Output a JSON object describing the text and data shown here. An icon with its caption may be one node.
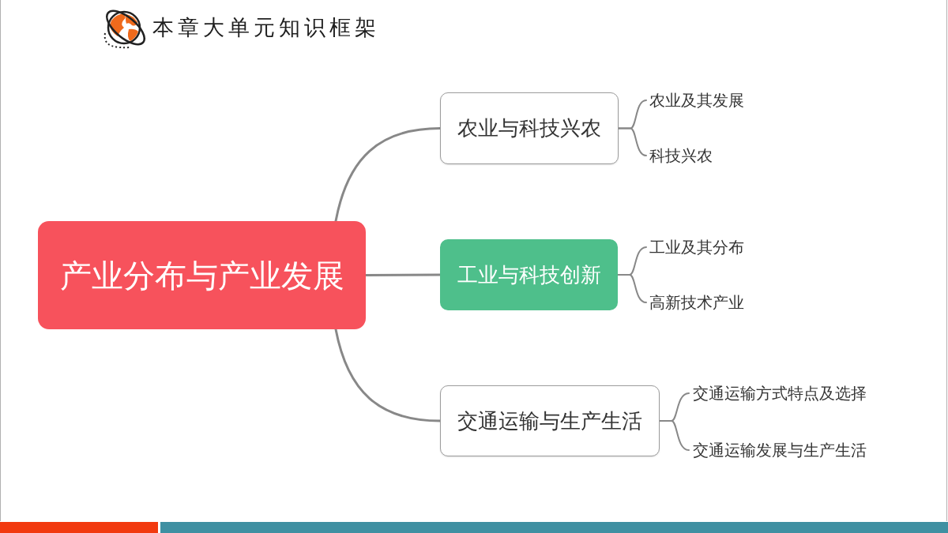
{
  "diagram": {
    "title": "本章大单元知识框架",
    "nodes": [
      {
        "text": [
          "产业分布与产业发展"
        ]
      },
      {
        "text": [
          "农业与科技兴农"
        ]
      },
      {
        "text": [
          "农业及其发展"
        ]
      },
      {
        "text": [
          "科技兴农"
        ]
      },
      {
        "text": [
          "工业与科技创新"
        ]
      },
      {
        "text": [
          "工业及其分布"
        ]
      },
      {
        "text": [
          "高新技术产业"
        ]
      },
      {
        "text": [
          "交通运输与生产生活"
        ]
      },
      {
        "text": [
          "交通运输方式特点及选择"
        ]
      },
      {
        "text": [
          "交通运输发展与生产生活"
        ]
      }
    ],
    "edges": [
      {
        "from": 0,
        "to": 1,
        "arrow": "none"
      },
      {
        "from": 1,
        "to": 2,
        "arrow": "none"
      },
      {
        "from": 1,
        "to": 3,
        "arrow": "none"
      },
      {
        "from": 0,
        "to": 4,
        "arrow": "none"
      },
      {
        "from": 4,
        "to": 5,
        "arrow": "none"
      },
      {
        "from": 4,
        "to": 6,
        "arrow": "none"
      },
      {
        "from": 0,
        "to": 7,
        "arrow": "none"
      },
      {
        "from": 7,
        "to": 8,
        "arrow": "none"
      },
      {
        "from": 7,
        "to": 9,
        "arrow": "none"
      }
    ]
  }
}
